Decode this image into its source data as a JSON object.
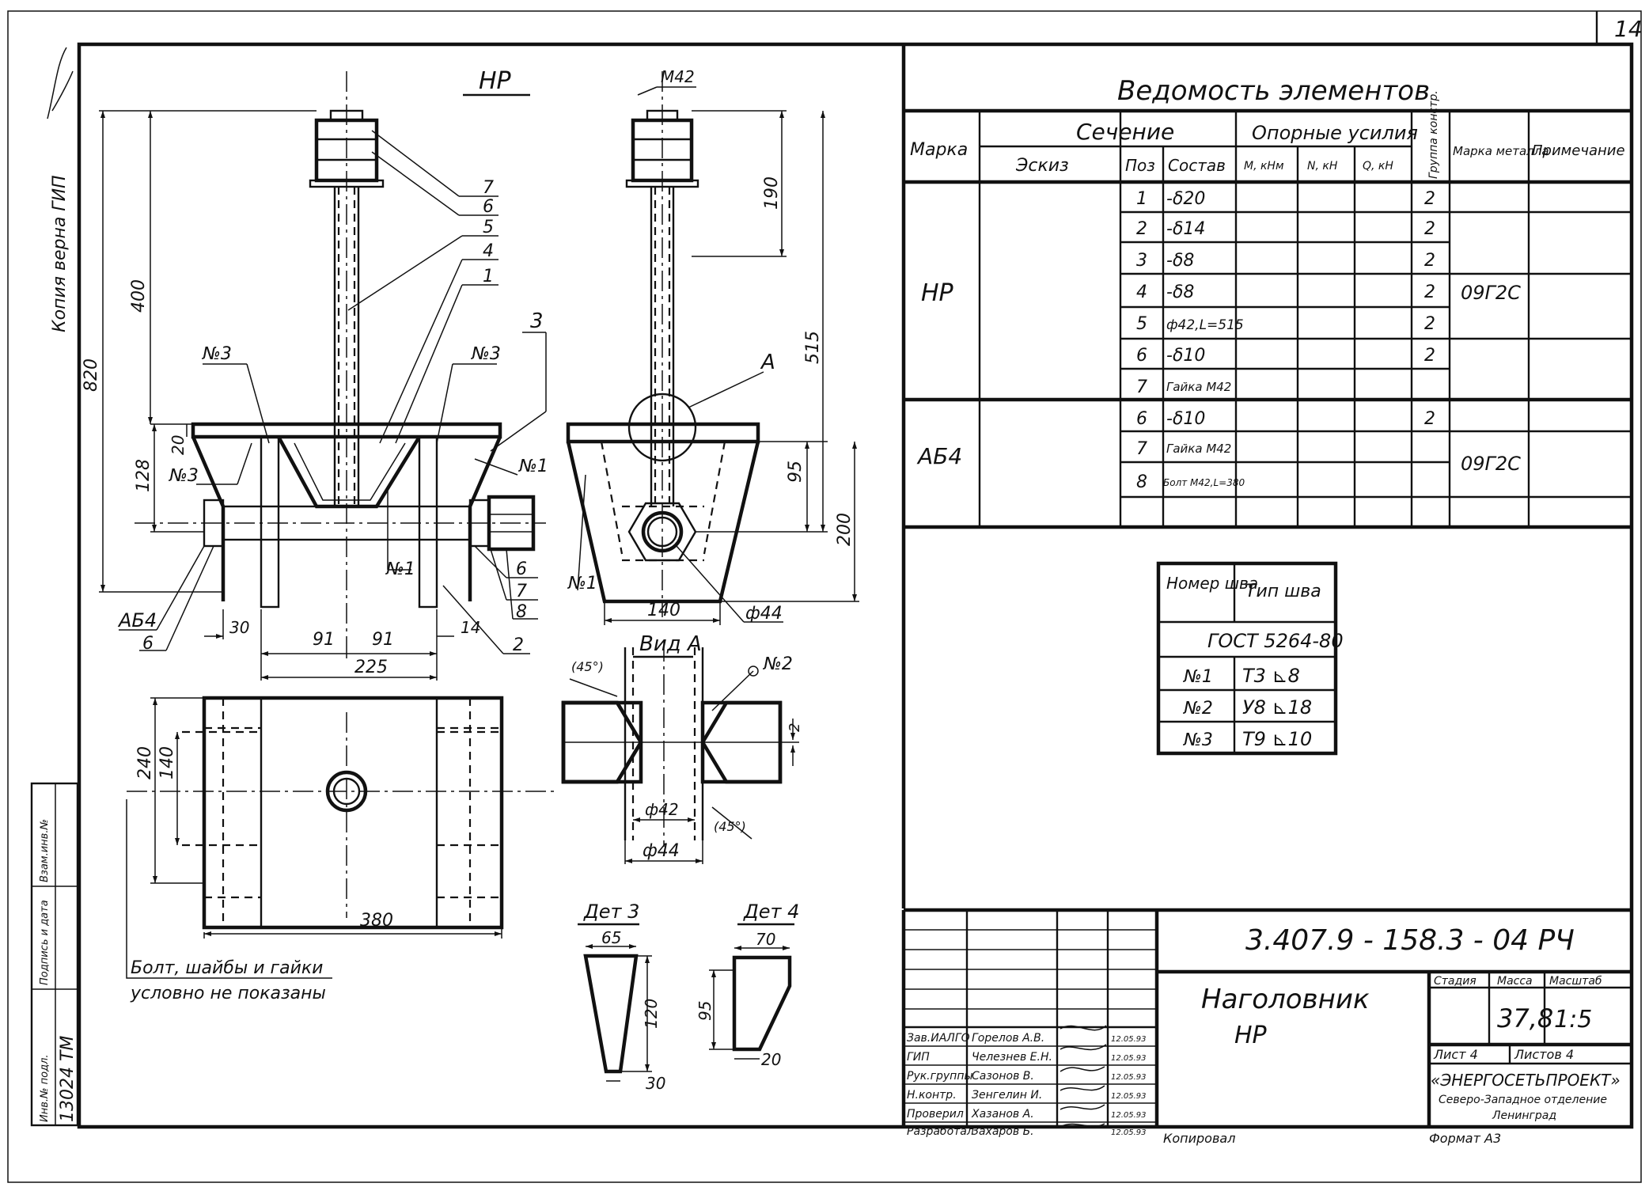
{
  "sheet": {
    "number": "14",
    "copy_note": "Копия верна  ГИП",
    "bottom_left_code": "13024 ТМ",
    "left_strip": [
      "Инв.№ подл.",
      "Подпись и дата",
      "Взам.инв.№"
    ]
  },
  "views": {
    "main_title": "НР",
    "view_a_title": "Вид А",
    "callout_a": "А",
    "note_line1": "Болт, шайбы и гайки",
    "note_line2": "условно не показаны",
    "front_dims": [
      "820",
      "400",
      "128",
      "20",
      "30",
      "91",
      "91",
      "225",
      "14"
    ],
    "front_labels": [
      "7",
      "6",
      "5",
      "4",
      "1",
      "3",
      "№3",
      "№3",
      "№3",
      "№1",
      "№1",
      "6",
      "7",
      "8",
      "2",
      "АБ4",
      "6"
    ],
    "side_dims": [
      "М42",
      "190",
      "515",
      "95",
      "200",
      "140",
      "ф44"
    ],
    "plan_dims": [
      "240",
      "140",
      "380"
    ],
    "view_a_dims": [
      "ф42",
      "ф44",
      "2",
      "45°",
      "№2",
      "(45°)"
    ],
    "det3": {
      "title": "Дет 3",
      "top": "65",
      "height": "120",
      "bottom": "30"
    },
    "det4": {
      "title": "Дет 4",
      "top": "70",
      "height": "95",
      "bottom": "20"
    }
  },
  "elements_table": {
    "title": "Ведомость элементов",
    "headers": {
      "mark": "Марка",
      "section": "Сечение",
      "sketch": "Эскиз",
      "pos": "Поз",
      "composition": "Состав",
      "forces": "Опорные усилия",
      "m": "М, кНм",
      "n": "N, кН",
      "q": "Q, кН",
      "group": "Группа констр.",
      "steel": "Марка металла",
      "note": "Примечание"
    },
    "groups": [
      {
        "mark": "НР",
        "steel": "09Г2С",
        "rows": [
          {
            "pos": "1",
            "comp": "-δ20",
            "grp": "2"
          },
          {
            "pos": "2",
            "comp": "-δ14",
            "grp": "2"
          },
          {
            "pos": "3",
            "comp": "-δ8",
            "grp": "2"
          },
          {
            "pos": "4",
            "comp": "-δ8",
            "grp": "2"
          },
          {
            "pos": "5",
            "comp": "ф42,L=515",
            "grp": "2"
          },
          {
            "pos": "6",
            "comp": "-δ10",
            "grp": "2"
          },
          {
            "pos": "7",
            "comp": "Гайка М42",
            "grp": ""
          }
        ]
      },
      {
        "mark": "АБ4",
        "steel": "09Г2С",
        "rows": [
          {
            "pos": "6",
            "comp": "-δ10",
            "grp": "2"
          },
          {
            "pos": "7",
            "comp": "Гайка М42",
            "grp": ""
          },
          {
            "pos": "8",
            "comp": "Болт М42,L=380",
            "grp": ""
          }
        ]
      }
    ]
  },
  "weld_table": {
    "col1": "Номер шва",
    "col2": "Тип шва",
    "standard": "ГОСТ 5264-80",
    "rows": [
      {
        "num": "№1",
        "type": "Т3 ⊾8"
      },
      {
        "num": "№2",
        "type": "У8 ⊾18"
      },
      {
        "num": "№3",
        "type": "Т9 ⊾10"
      }
    ]
  },
  "title_block": {
    "code": "3.407.9 - 158.3 - 04 РЧ",
    "name_line1": "Наголовник",
    "name_line2": "НР",
    "stage_label": "Стадия",
    "mass_label": "Масса",
    "scale_label": "Масштаб",
    "mass": "37,8",
    "scale": "1:5",
    "sheet_label": "Лист 4",
    "sheets_label": "Листов 4",
    "org": "«ЭНЕРГОСЕТЬПРОЕКТ»",
    "org_sub1": "Северо-Западное отделение",
    "org_sub2": "Ленинград",
    "copied": "Копировал",
    "format": "Формат А3",
    "signatures": [
      {
        "role": "Зав.ИАЛГО",
        "name": "Горелов А.В.",
        "date": "12.05.93"
      },
      {
        "role": "ГИП",
        "name": "Челезнев Е.Н.",
        "date": "12.05.93"
      },
      {
        "role": "Рук.группы",
        "name": "Сазонов В.",
        "date": "12.05.93"
      },
      {
        "role": "Н.контр.",
        "name": "Зенгелин И.",
        "date": "12.05.93"
      },
      {
        "role": "Проверил",
        "name": "Хазанов А.",
        "date": "12.05.93"
      },
      {
        "role": "Разработал",
        "name": "Захаров Б.",
        "date": "12.05.93"
      }
    ]
  }
}
